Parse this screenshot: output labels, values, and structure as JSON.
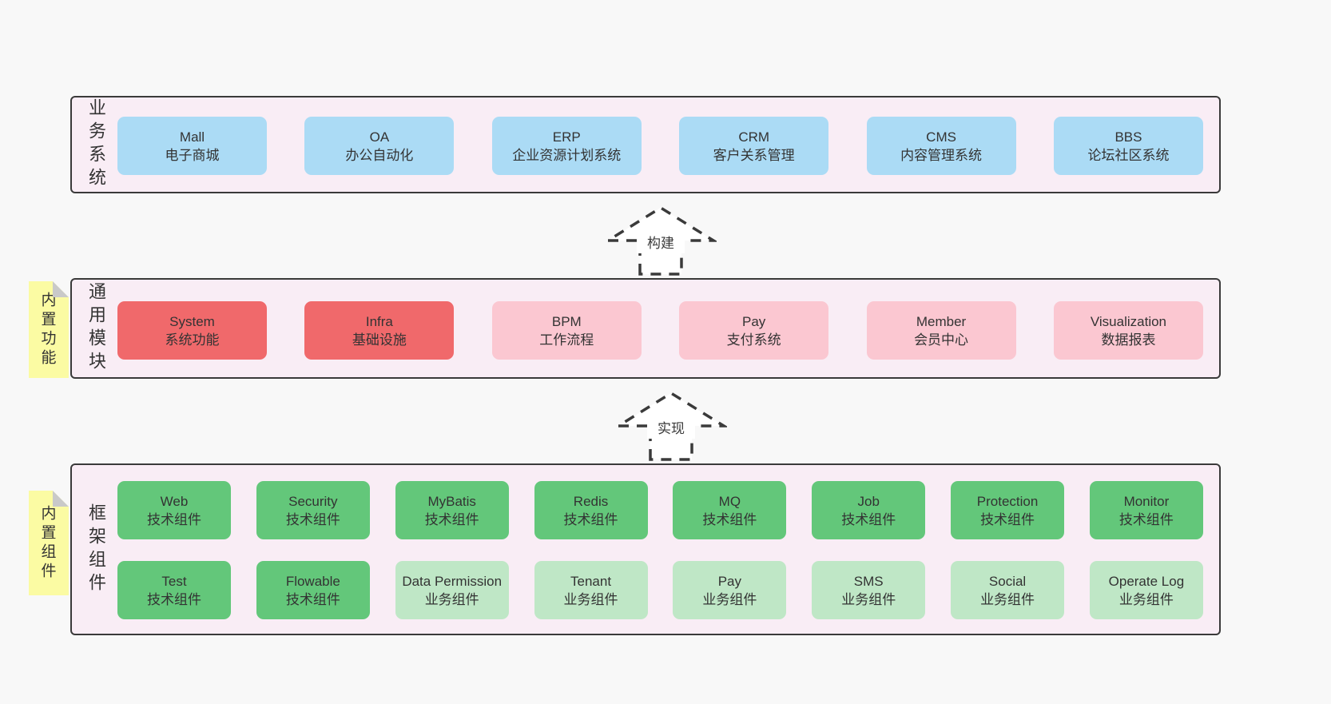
{
  "colors": {
    "background": "#f8f8f8",
    "panel_bg": "#f9edf5",
    "panel_border": "#3a3a3a",
    "blue": "#abdbf5",
    "red": "#f0696b",
    "pink": "#fbc7d1",
    "green": "#63c77a",
    "green_light": "#bfe7c6",
    "yellow_note": "#fbfba3",
    "fold_gray": "#c9c9c9",
    "text": "#333333"
  },
  "arrows": [
    {
      "label": "构建"
    },
    {
      "label": "实现"
    }
  ],
  "sections": {
    "business": {
      "label": "业务系统",
      "boxes": [
        {
          "name": "Mall",
          "desc": "电子商城"
        },
        {
          "name": "OA",
          "desc": "办公自动化"
        },
        {
          "name": "ERP",
          "desc": "企业资源计划系统"
        },
        {
          "name": "CRM",
          "desc": "客户关系管理"
        },
        {
          "name": "CMS",
          "desc": "内容管理系统"
        },
        {
          "name": "BBS",
          "desc": "论坛社区系统"
        }
      ]
    },
    "modules": {
      "note": "内置功能",
      "label": "通用模块",
      "boxes": [
        {
          "name": "System",
          "desc": "系统功能"
        },
        {
          "name": "Infra",
          "desc": "基础设施"
        },
        {
          "name": "BPM",
          "desc": "工作流程"
        },
        {
          "name": "Pay",
          "desc": "支付系统"
        },
        {
          "name": "Member",
          "desc": "会员中心"
        },
        {
          "name": "Visualization",
          "desc": "数据报表"
        }
      ]
    },
    "components": {
      "note": "内置组件",
      "label": "框架组件",
      "row1": [
        {
          "name": "Web",
          "desc": "技术组件"
        },
        {
          "name": "Security",
          "desc": "技术组件"
        },
        {
          "name": "MyBatis",
          "desc": "技术组件"
        },
        {
          "name": "Redis",
          "desc": "技术组件"
        },
        {
          "name": "MQ",
          "desc": "技术组件"
        },
        {
          "name": "Job",
          "desc": "技术组件"
        },
        {
          "name": "Protection",
          "desc": "技术组件"
        },
        {
          "name": "Monitor",
          "desc": "技术组件"
        }
      ],
      "row2": [
        {
          "name": "Test",
          "desc": "技术组件"
        },
        {
          "name": "Flowable",
          "desc": "技术组件"
        },
        {
          "name": "Data Permission",
          "desc": "业务组件"
        },
        {
          "name": "Tenant",
          "desc": "业务组件"
        },
        {
          "name": "Pay",
          "desc": "业务组件"
        },
        {
          "name": "SMS",
          "desc": "业务组件"
        },
        {
          "name": "Social",
          "desc": "业务组件"
        },
        {
          "name": "Operate Log",
          "desc": "业务组件"
        }
      ]
    }
  }
}
